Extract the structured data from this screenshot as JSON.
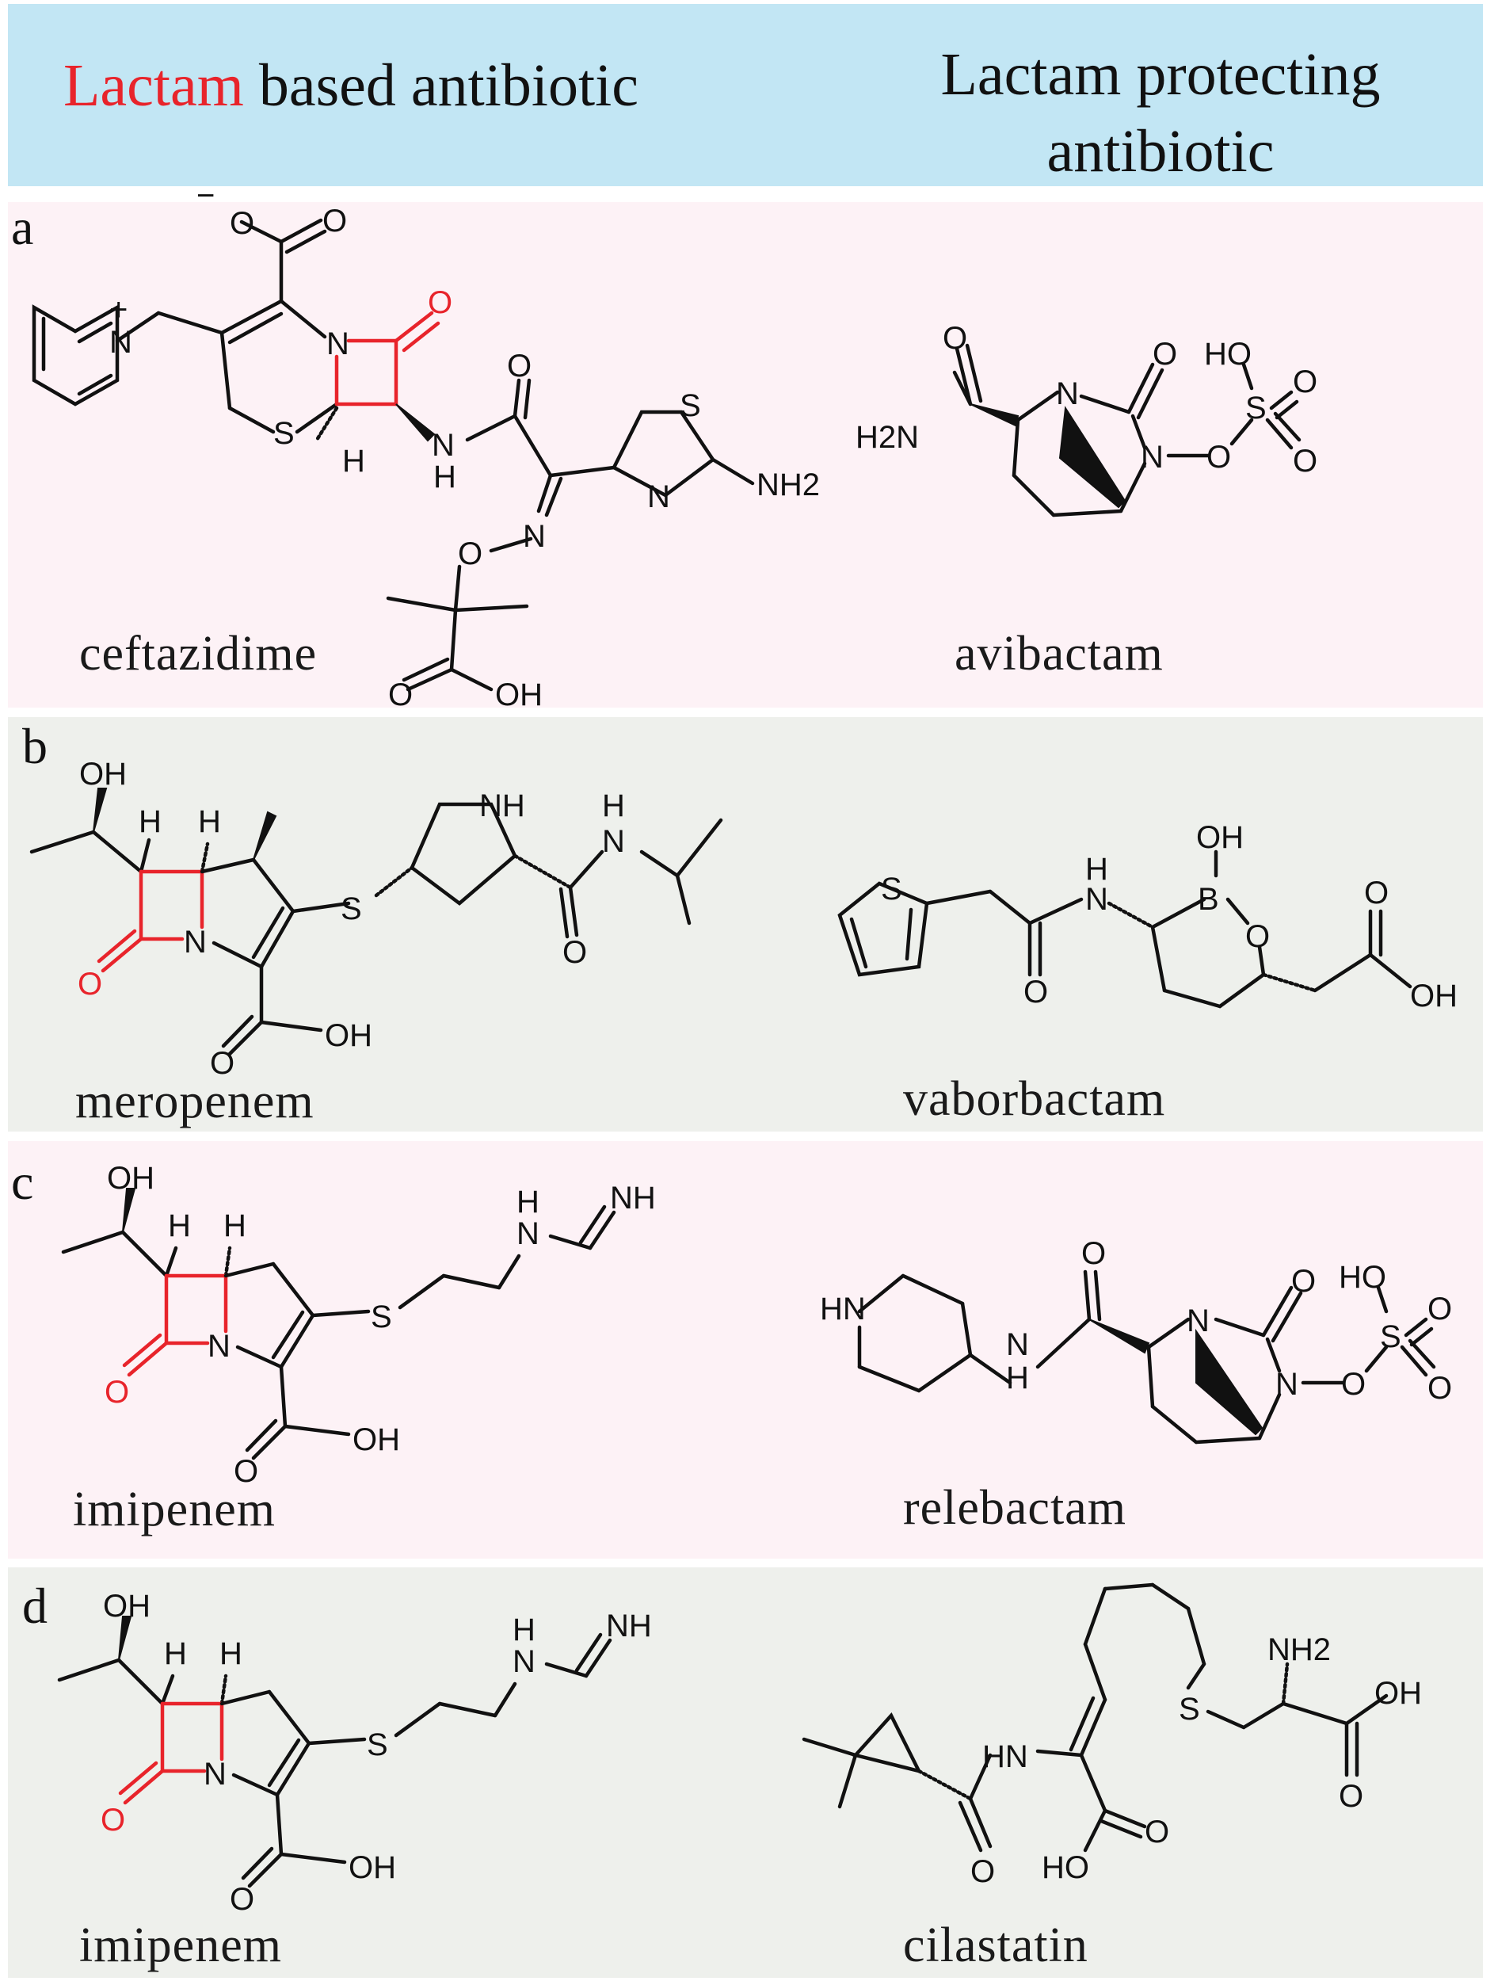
{
  "header": {
    "left_highlight": "Lactam",
    "left_rest": " based antibiotic",
    "right_line1": "Lactam protecting",
    "right_line2": "antibiotic"
  },
  "colors": {
    "header_bg": "#c2e6f4",
    "panel_pink": "#fdf2f6",
    "panel_grey": "#eef0ec",
    "lactam_red": "#e8242b"
  },
  "panels": [
    {
      "letter": "a",
      "left_name": "ceftazidime",
      "right_name": "avibactam"
    },
    {
      "letter": "b",
      "left_name": "meropenem",
      "right_name": "vaborbactam"
    },
    {
      "letter": "c",
      "left_name": "imipenem",
      "right_name": "relebactam"
    },
    {
      "letter": "d",
      "left_name": "imipenem",
      "right_name": "cilastatin"
    }
  ],
  "atom_labels": {
    "O": "O",
    "N": "N",
    "S": "S",
    "H": "H",
    "B": "B",
    "OH": "OH",
    "NH": "NH",
    "NH2": "NH2",
    "H2N": "H2N",
    "HN": "HN",
    "HO": "HO",
    "plus": "+",
    "minus": "−"
  }
}
